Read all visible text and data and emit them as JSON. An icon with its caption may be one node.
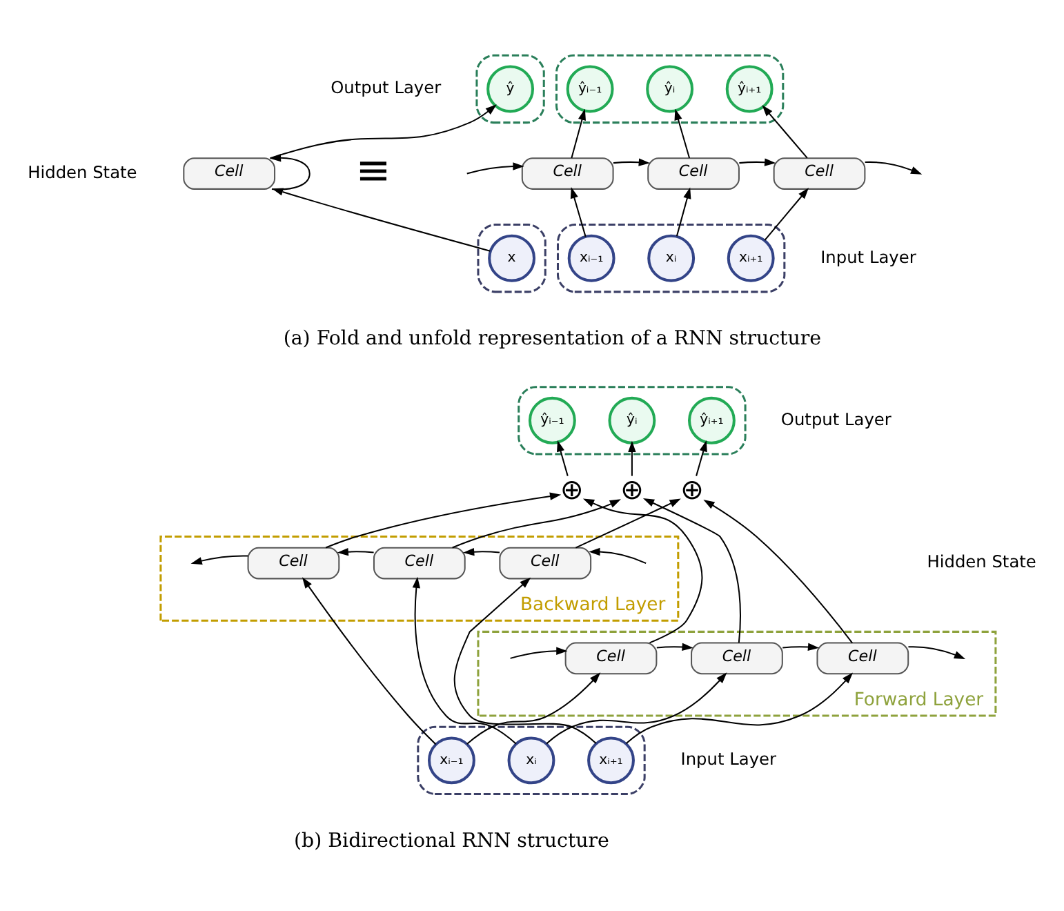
{
  "diagram": {
    "nodes": [
      {
        "text": [],
        "shape": "box"
      },
      {
        "text": [
          "ŷ"
        ],
        "in": 0
      },
      {
        "text": [
          "Cell"
        ]
      },
      {
        "text": [],
        "shape": "box"
      },
      {
        "text": [
          "x"
        ],
        "in": 3
      },
      {
        "text": [],
        "shape": "box"
      },
      {
        "text": [
          "ŷᵢ₋₁"
        ],
        "in": 5
      },
      {
        "text": [
          "ŷᵢ"
        ],
        "in": 5
      },
      {
        "text": [
          "ŷᵢ₊₁"
        ],
        "in": 5
      },
      {
        "text": [
          "Cell"
        ]
      },
      {
        "text": [
          "Cell"
        ]
      },
      {
        "text": [
          "Cell"
        ]
      },
      {
        "text": [],
        "shape": "box"
      },
      {
        "text": [
          "xᵢ₋₁"
        ],
        "in": 12
      },
      {
        "text": [
          "xᵢ"
        ],
        "in": 12
      },
      {
        "text": [
          "xᵢ₊₁"
        ],
        "in": 12
      },
      {
        "text": [],
        "shape": "box"
      },
      {
        "text": [
          "ŷᵢ₋₁"
        ],
        "in": 16
      },
      {
        "text": [
          "ŷᵢ"
        ],
        "in": 16
      },
      {
        "text": [
          "ŷᵢ₊₁"
        ],
        "in": 16
      },
      {
        "text": [
          "⊕"
        ]
      },
      {
        "text": [
          "⊕"
        ]
      },
      {
        "text": [
          "⊕"
        ]
      },
      {
        "text": [
          "Backward Layer"
        ]
      },
      {
        "text": [
          "Cell"
        ],
        "in": 23
      },
      {
        "text": [
          "Cell"
        ],
        "in": 23
      },
      {
        "text": [
          "Cell"
        ],
        "in": 23
      },
      {
        "text": [
          "Forward Layer"
        ]
      },
      {
        "text": [
          "Cell"
        ],
        "in": 27
      },
      {
        "text": [
          "Cell"
        ],
        "in": 27
      },
      {
        "text": [
          "Cell"
        ],
        "in": 27
      },
      {
        "text": [],
        "shape": "box"
      },
      {
        "text": [
          "xᵢ₋₁"
        ],
        "in": 31
      },
      {
        "text": [
          "xᵢ"
        ],
        "in": 31
      },
      {
        "text": [
          "xᵢ₊₁"
        ],
        "in": 31
      }
    ],
    "edges": [
      {
        "from": 4,
        "to": 2,
        "arrow": "to"
      },
      {
        "from": 2,
        "to": 1,
        "arrow": "to"
      },
      {
        "from": 2,
        "to": 2,
        "arrow": "to"
      },
      {
        "from": null,
        "to": 9,
        "arrow": "to"
      },
      {
        "from": 9,
        "to": 10,
        "arrow": "to"
      },
      {
        "from": 10,
        "to": 11,
        "arrow": "to"
      },
      {
        "from": 11,
        "to": null,
        "arrow": "to"
      },
      {
        "from": 13,
        "to": 9,
        "arrow": "to"
      },
      {
        "from": 14,
        "to": 10,
        "arrow": "to"
      },
      {
        "from": 15,
        "to": 11,
        "arrow": "to"
      },
      {
        "from": 9,
        "to": 6,
        "arrow": "to"
      },
      {
        "from": 10,
        "to": 7,
        "arrow": "to"
      },
      {
        "from": 11,
        "to": 8,
        "arrow": "to"
      },
      {
        "from": null,
        "to": 26,
        "arrow": "to"
      },
      {
        "from": 26,
        "to": 25,
        "arrow": "to"
      },
      {
        "from": 25,
        "to": 24,
        "arrow": "to"
      },
      {
        "from": 24,
        "to": null,
        "arrow": "to"
      },
      {
        "from": null,
        "to": 28,
        "arrow": "to"
      },
      {
        "from": 28,
        "to": 29,
        "arrow": "to"
      },
      {
        "from": 29,
        "to": 30,
        "arrow": "to"
      },
      {
        "from": 30,
        "to": null,
        "arrow": "to"
      },
      {
        "from": 32,
        "to": 28,
        "arrow": "to"
      },
      {
        "from": 32,
        "to": 24,
        "arrow": "to"
      },
      {
        "from": 33,
        "to": 29,
        "arrow": "to"
      },
      {
        "from": 33,
        "to": 25,
        "arrow": "to"
      },
      {
        "from": 34,
        "to": 30,
        "arrow": "to"
      },
      {
        "from": 34,
        "to": 26,
        "arrow": "to"
      },
      {
        "from": 28,
        "to": 20,
        "arrow": "to"
      },
      {
        "from": 29,
        "to": 21,
        "arrow": "to"
      },
      {
        "from": 30,
        "to": 22,
        "arrow": "to"
      },
      {
        "from": 24,
        "to": 20,
        "arrow": "to"
      },
      {
        "from": 25,
        "to": 21,
        "arrow": "to"
      },
      {
        "from": 26,
        "to": 22,
        "arrow": "to"
      },
      {
        "from": 20,
        "to": 17,
        "arrow": "to"
      },
      {
        "from": 21,
        "to": 18,
        "arrow": "to"
      },
      {
        "from": 22,
        "to": 19,
        "arrow": "to"
      }
    ],
    "labels": [
      "Output Layer",
      "Hidden State",
      "Input Layer",
      "≡",
      "(a) Fold and unfold representation of a RNN structure",
      "Output Layer",
      "Hidden State",
      "Input Layer",
      "(b) Bidirectional RNN structure"
    ]
  }
}
